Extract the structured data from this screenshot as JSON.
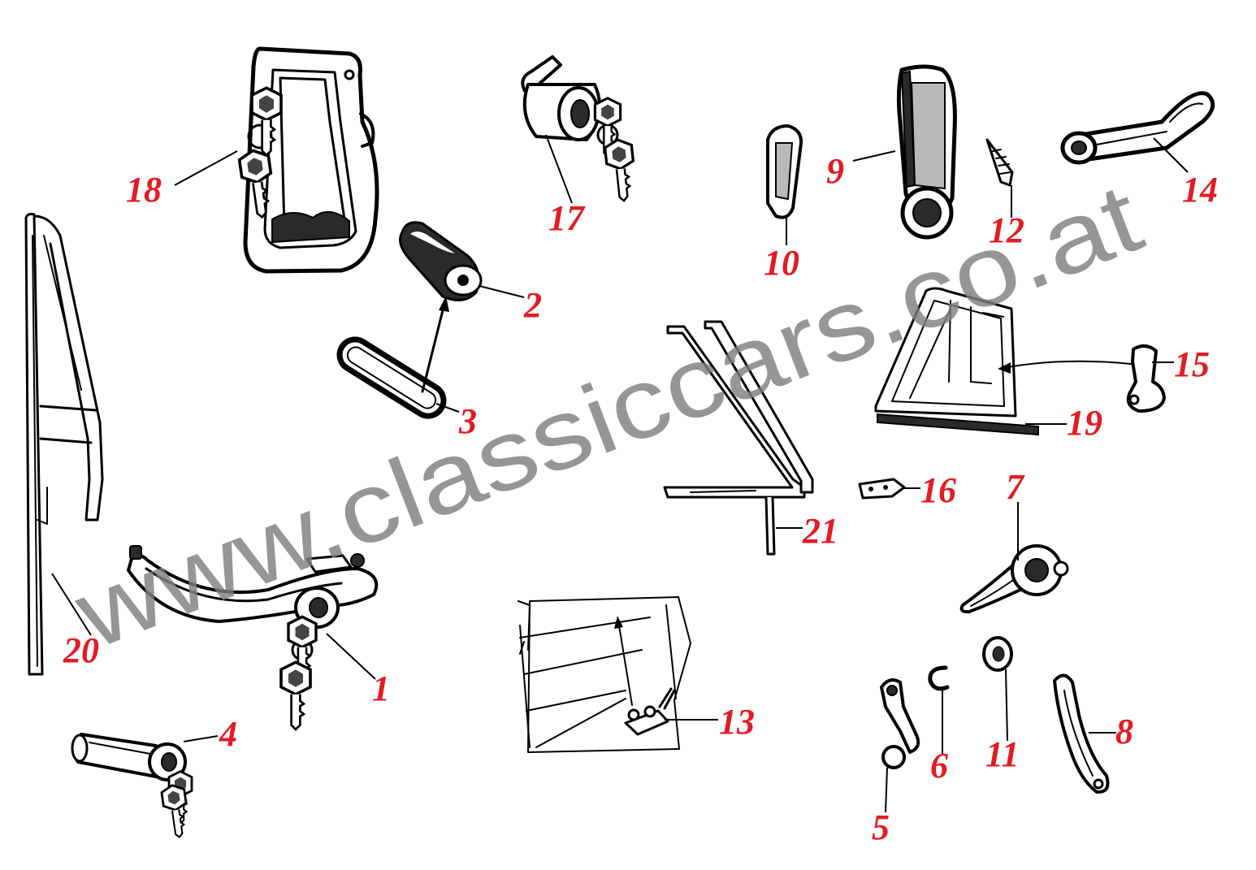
{
  "watermark": "www.classiccars.co.at",
  "colors": {
    "callout": "#e31b23",
    "linework": "#000000",
    "watermark": "#7f7f7f",
    "background": "#ffffff"
  },
  "callouts": [
    "1",
    "2",
    "3",
    "4",
    "5",
    "6",
    "7",
    "8",
    "9",
    "10",
    "11",
    "12",
    "13",
    "14",
    "15",
    "16",
    "17",
    "18",
    "19",
    "20",
    "21"
  ]
}
